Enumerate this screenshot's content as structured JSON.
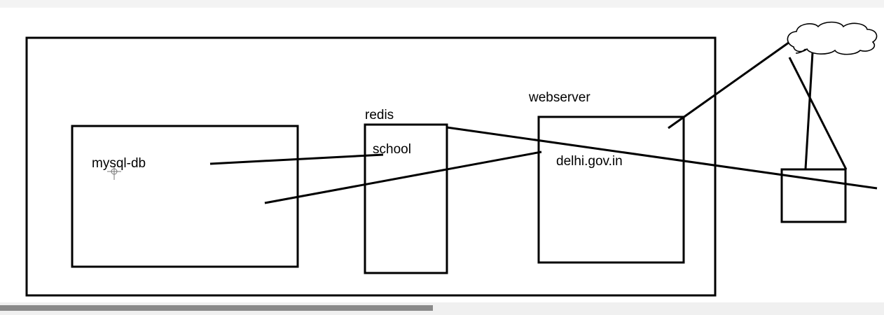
{
  "labels": {
    "mysql_db": "mysql-db",
    "redis": "redis",
    "school": "school",
    "webserver": "webserver",
    "delhi": "delhi.gov.in"
  },
  "colors": {
    "stroke": "#000000",
    "background": "#ffffff",
    "scroll_thumb": "#8a8a8a",
    "scroll_track": "#f0f0f0"
  },
  "icons": {
    "cloud": "cloud-icon",
    "cursor": "crosshair-cursor-icon"
  }
}
